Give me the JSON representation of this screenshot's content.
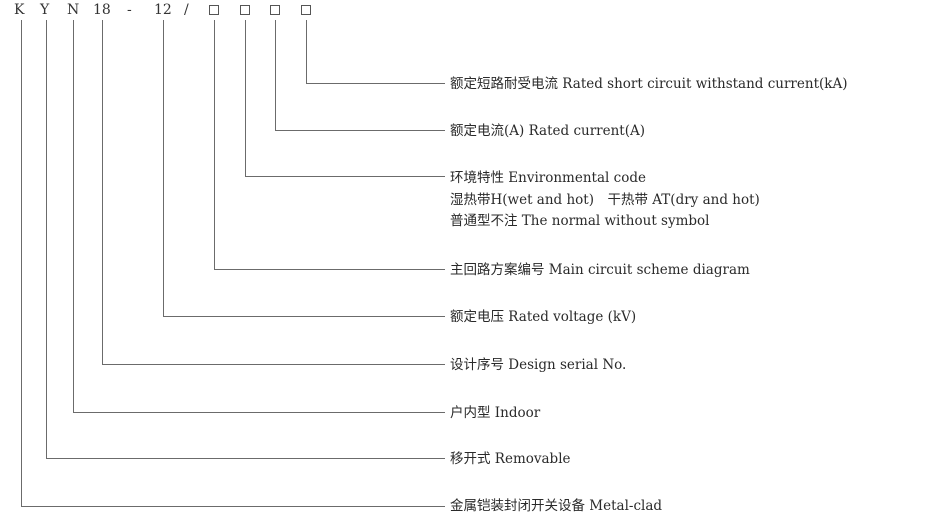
{
  "model_code": {
    "segments": [
      "K",
      "Y",
      "N",
      "18",
      "-",
      "12",
      "/"
    ],
    "placeholders": 4
  },
  "descriptions": [
    {
      "id": "short-circuit-current",
      "text": "额定短路耐受电流 Rated short circuit withstand current(kA)"
    },
    {
      "id": "rated-current",
      "text": "额定电流(A) Rated current(A)"
    },
    {
      "id": "environmental-code",
      "text": "环境特性 Environmental code",
      "notes": [
        "湿热带H(wet and hot)　干热带 AT(dry and hot)",
        "普通型不注 The normal without symbol"
      ]
    },
    {
      "id": "main-circuit-scheme",
      "text": "主回路方案编号 Main circuit scheme diagram"
    },
    {
      "id": "rated-voltage",
      "text": "额定电压 Rated voltage (kV)"
    },
    {
      "id": "design-serial",
      "text": "设计序号 Design serial No."
    },
    {
      "id": "indoor",
      "text": "户内型 Indoor"
    },
    {
      "id": "removable",
      "text": "移开式 Removable"
    },
    {
      "id": "metal-clad",
      "text": "金属铠装封闭开关设备 Metal-clad"
    }
  ]
}
